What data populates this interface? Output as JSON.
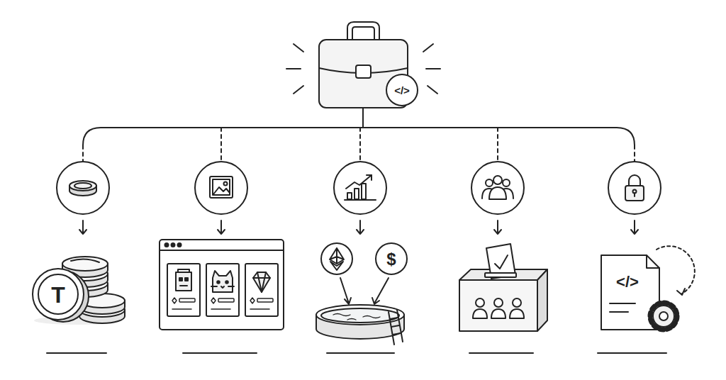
{
  "diagram": {
    "labels": [
      "</>",
      "T",
      "$",
      "</>"
    ]
  }
}
